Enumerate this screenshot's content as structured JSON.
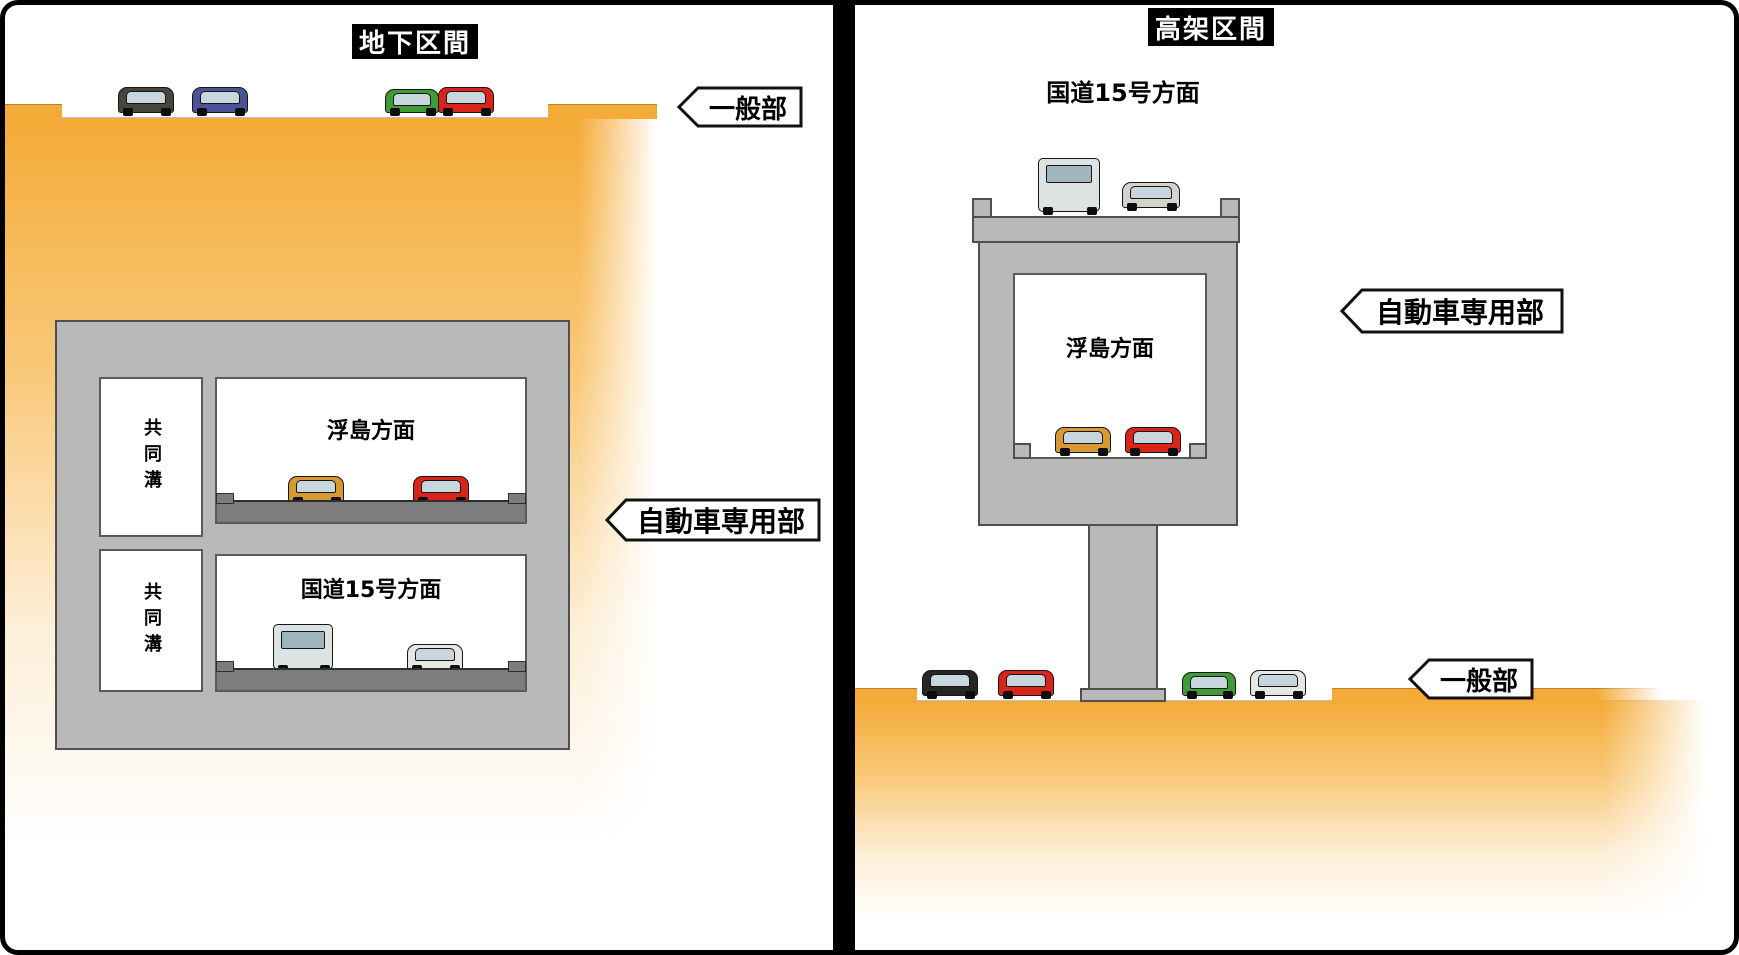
{
  "left_panel": {
    "title": "地下区間",
    "general_callout": "一般部",
    "auto_callout": "自動車専用部",
    "upper_roadway": "浮島方面",
    "lower_roadway": "国道15号方面",
    "utility_duct_upper": "共同溝",
    "utility_duct_lower": "共同溝"
  },
  "right_panel": {
    "title": "高架区間",
    "upper_roadway": "国道15号方面",
    "box_roadway": "浮島方面",
    "auto_callout": "自動車専用部",
    "general_callout": "一般部"
  },
  "colors": {
    "ground_top": "#F4AB38",
    "ground_mid": "#F9C878",
    "ground_pale": "#FDEFD8",
    "structure": "#B9B9B9",
    "structure_border": "#4F4F4F",
    "road": "#7D7D7D",
    "title_bg": "#000000",
    "callout_stroke": "#111111"
  },
  "car_colors": {
    "dark": "#46453C",
    "blue": "#4A5396",
    "green": "#3F9B35",
    "red": "#D9241C",
    "orange": "#D79A33",
    "white": "#E6E6E2",
    "silver": "#D3D3CB",
    "black": "#262626",
    "truck": "#DCE3E1"
  }
}
